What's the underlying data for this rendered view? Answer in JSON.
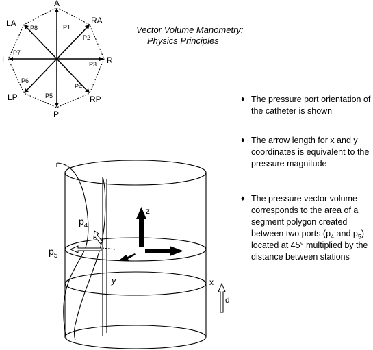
{
  "title": {
    "line1": "Vector Volume Manometry:",
    "line2": "Physics Principles"
  },
  "octagon": {
    "directions": [
      "A",
      "RA",
      "R",
      "RP",
      "P",
      "LP",
      "L",
      "LA"
    ],
    "ports": [
      "P1",
      "P2",
      "P3",
      "P4",
      "P5",
      "P6",
      "P7",
      "P8"
    ]
  },
  "cylinder": {
    "labels": {
      "p4": "p",
      "p4_sub": "4",
      "p5": "p",
      "p5_sub": "5",
      "z": "z",
      "y": "y",
      "x": "x",
      "d": "d"
    }
  },
  "bullets": [
    {
      "text": "The pressure port orientation of the catheter is shown"
    },
    {
      "text": "The arrow length for x and y coordinates is equivalent to the pressure magnitude"
    },
    {
      "before": "The pressure vector volume corresponds to the area of a segment polygon created between two ports (p",
      "sub1": "4",
      "middle": " and p",
      "sub2": "5",
      "after": ") located at 45° multiplied by the distance between stations"
    }
  ],
  "bullet_symbol": "♦"
}
